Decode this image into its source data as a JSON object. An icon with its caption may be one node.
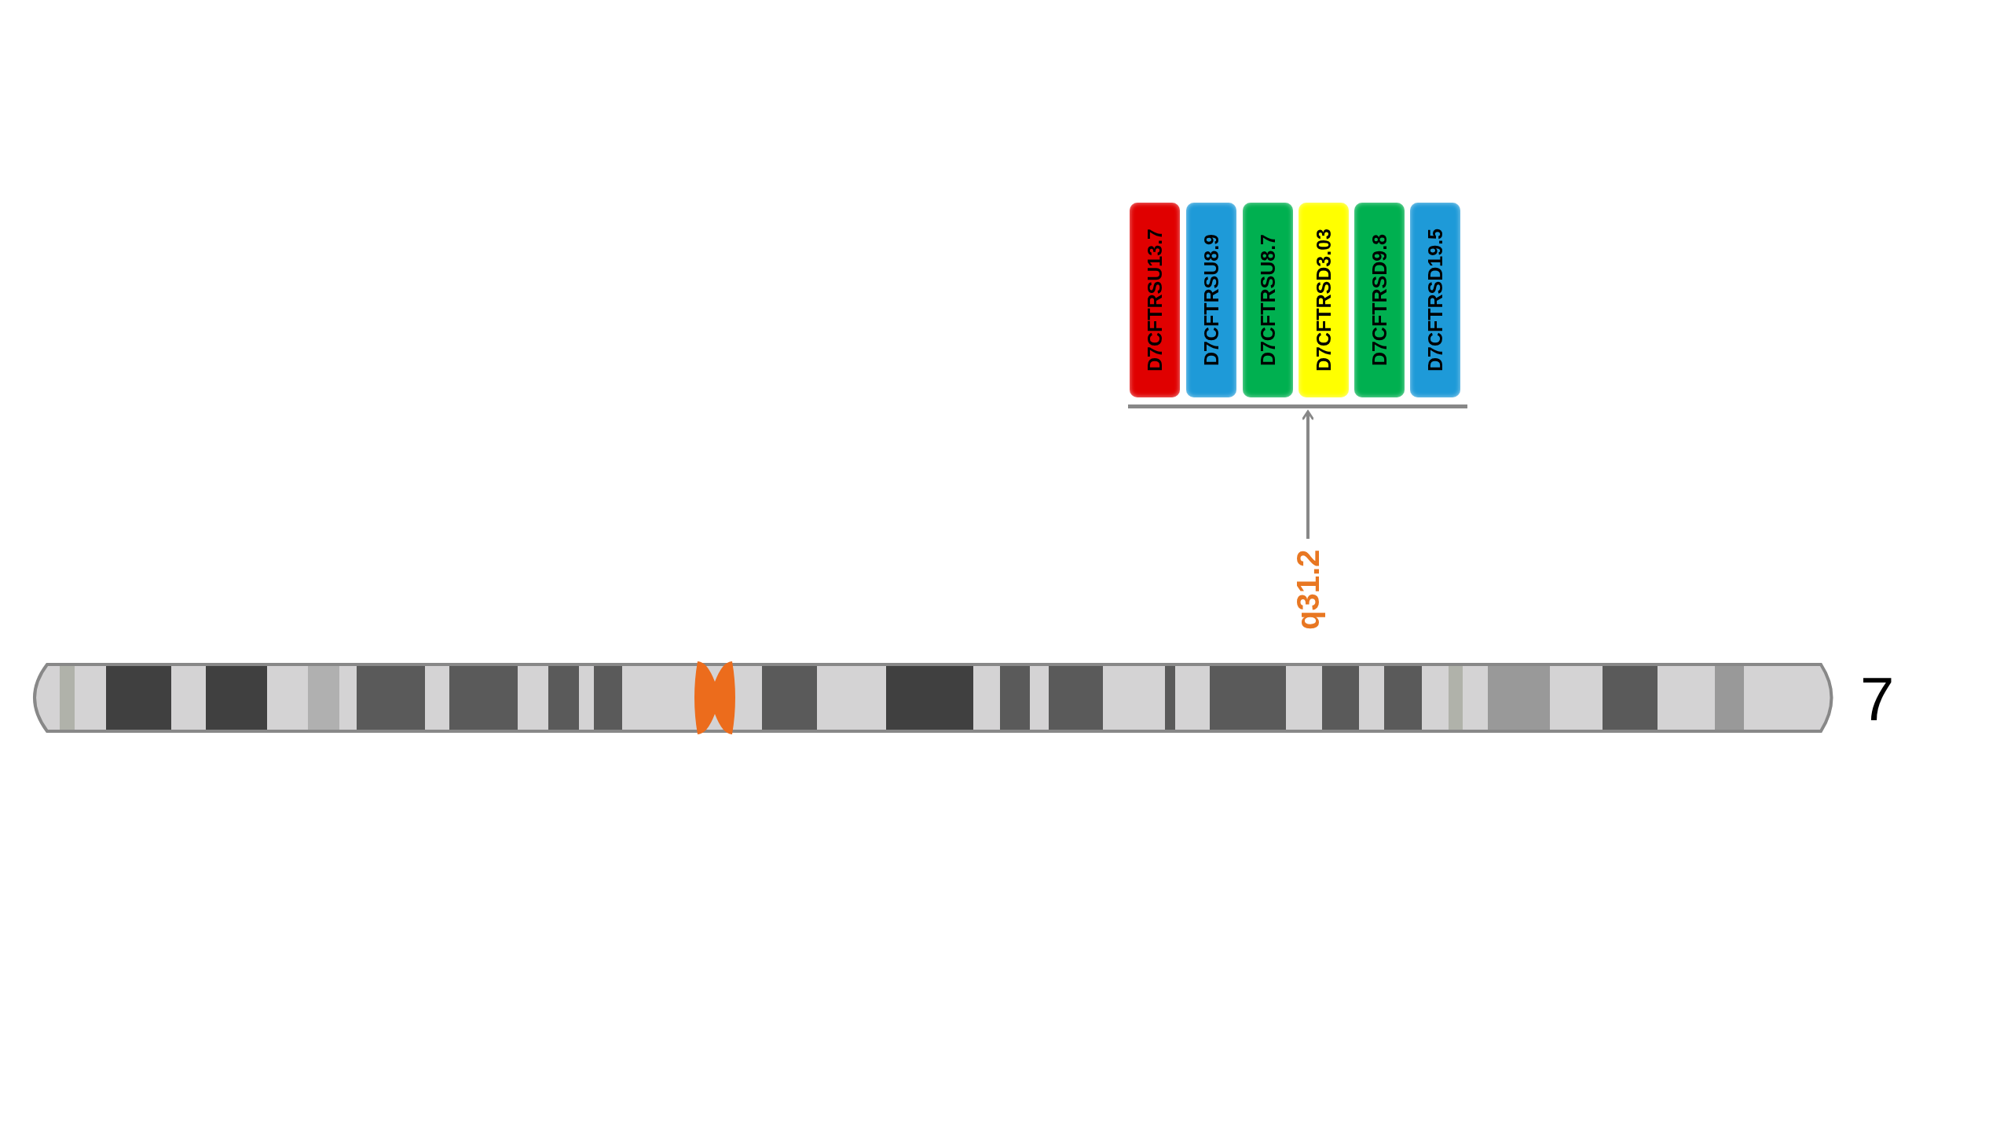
{
  "diagram": {
    "nodes": [
      {
        "text": [
          "D7CFTRSU13.7"
        ]
      },
      {
        "text": [
          "D7CFTRSU8.9"
        ]
      },
      {
        "text": [
          "D7CFTRSU8.7"
        ]
      },
      {
        "text": [
          "D7CFTRSD3.03"
        ]
      },
      {
        "text": [
          "D7CFTRSD9.8"
        ]
      },
      {
        "text": [
          "D7CFTRSD19.5"
        ]
      },
      {
        "text": [],
        "shape": "bar"
      },
      {
        "text": [
          "q31.2"
        ]
      }
    ],
    "edges": [
      {
        "from": 7,
        "to": 6,
        "arrow": "to"
      }
    ],
    "labels": [
      "7"
    ]
  }
}
